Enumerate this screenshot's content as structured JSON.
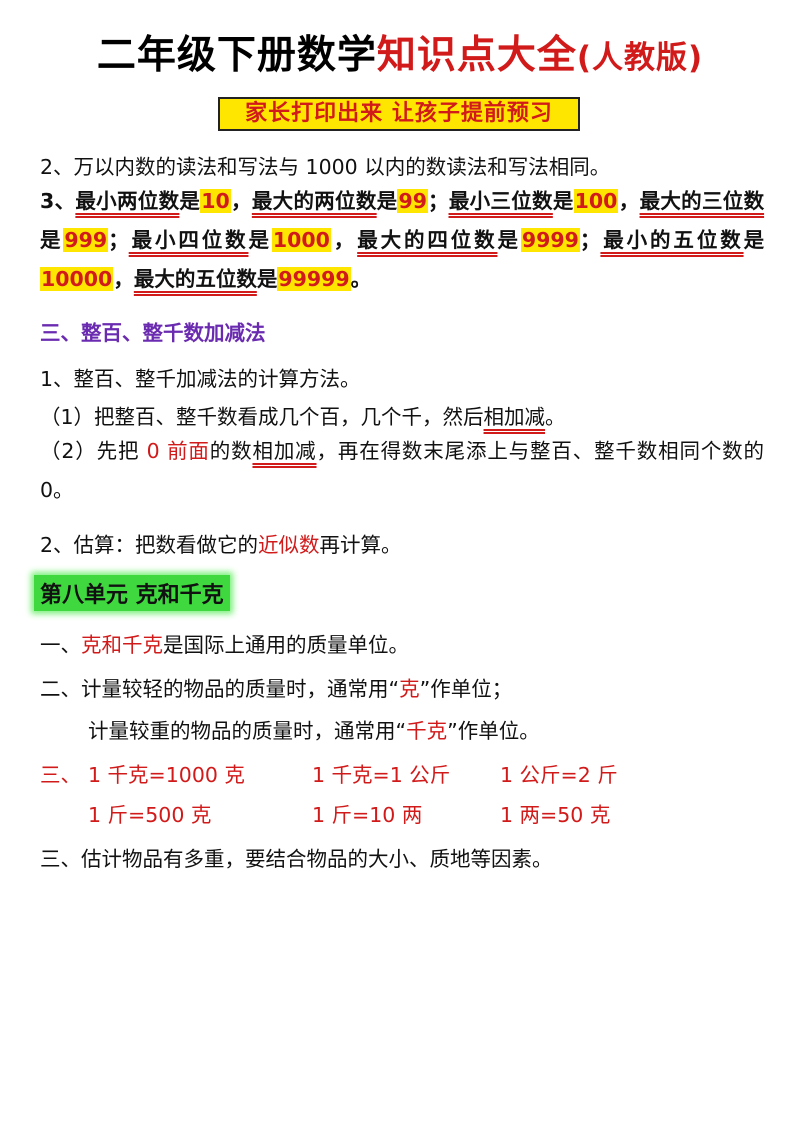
{
  "header": {
    "title_part1": "二年级下册数学",
    "title_part2": "知识点大全",
    "title_part3": "(人教版)",
    "banner": "家长打印出来 让孩子提前预习"
  },
  "section_reading": {
    "p2": "2、万以内数的读法和写法与 1000 以内的数读法和写法相同。",
    "p3": {
      "lead": "3、",
      "u1": "最小两位数",
      "is1": "是",
      "v1": "10",
      "s1": "，",
      "u2": "最大的两位数",
      "is2": "是",
      "v2": "99",
      "s2": "；",
      "u3": "最小三位数",
      "is3": "是",
      "v3": "100",
      "s3": "，",
      "u4": "最大的三位数",
      "is4": "是",
      "v4": "999",
      "s4": "；",
      "u5": "最小四位数",
      "is5": "是",
      "v5": "1000",
      "s5": "，",
      "u6": "最大的四位数",
      "is6": "是",
      "v6": "9999",
      "s6": "；",
      "u7": "最小的五位数",
      "is7": "是",
      "v7": "10000",
      "s7": "，",
      "u8": "最大的五位数",
      "is8": "是",
      "v8": "99999",
      "end": "。"
    }
  },
  "section_three": {
    "heading": "三、整百、整千数加减法",
    "p1": "1、整百、整千加减法的计算方法。",
    "p_a": {
      "pre": "（1）把整百、整千数看成几个百，几个千，然后",
      "ul": "相加减",
      "end": "。"
    },
    "p_b": {
      "pre": "（2）先把 ",
      "red1": "0 前面",
      "mid1": "的数",
      "ul": "相加减",
      "rest": "，再在得数末尾添上与整百、整千数相同个数的 0。"
    },
    "p2": {
      "pre": "2、估算：把数看做它的",
      "red": "近似数",
      "end": "再计算。"
    }
  },
  "unit8": {
    "heading": "第八单元  克和千克",
    "l1": {
      "pre": "一、",
      "red": "克和千克",
      "end": "是国际上通用的质量单位。"
    },
    "l2": {
      "pre": "二、计量较轻的物品的质量时，通常用“",
      "red": "克",
      "end": "”作单位；"
    },
    "l3": {
      "pre": "计量较重的物品的质量时，通常用“",
      "red": "千克",
      "end": "”作单位。"
    },
    "l4_lead": "三、",
    "conversions": [
      "1 千克=1000 克",
      "1 千克=1 公斤",
      "1 公斤=2 斤",
      "1 斤=500 克",
      "1 斤=10 两",
      "1 两=50 克"
    ],
    "l5": "三、估计物品有多重，要结合物品的大小、质地等因素。"
  }
}
